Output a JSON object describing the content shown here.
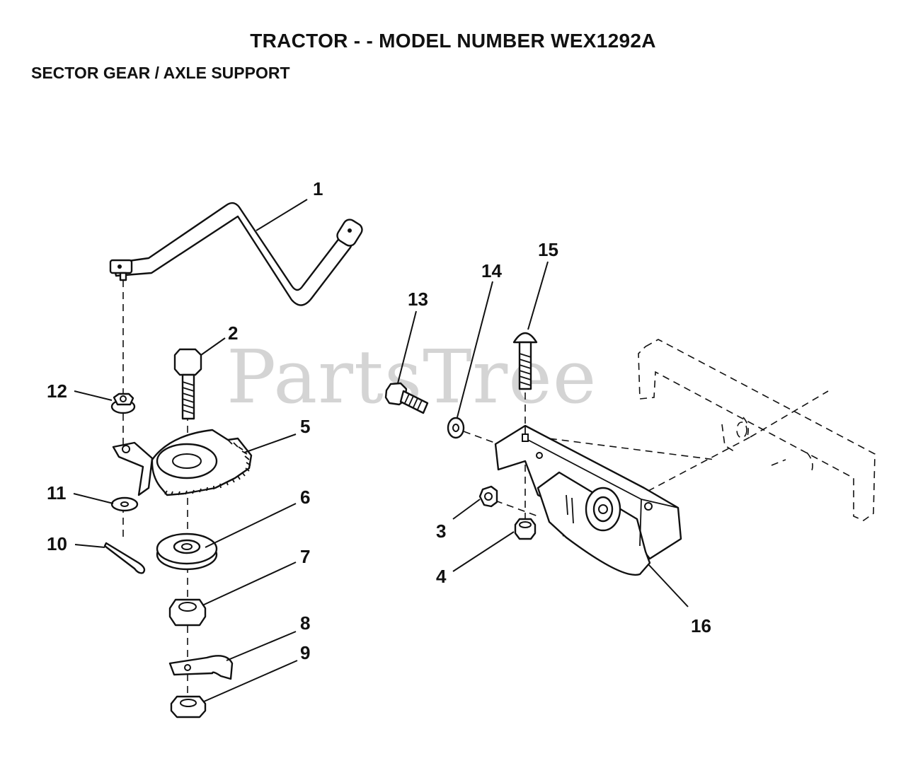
{
  "header": {
    "title": "TRACTOR - - MODEL NUMBER WEX1292A",
    "subtitle": "SECTOR GEAR / AXLE SUPPORT"
  },
  "watermark": {
    "text": "PartsTree"
  },
  "callouts": {
    "c1": "1",
    "c2": "2",
    "c3": "3",
    "c4": "4",
    "c5": "5",
    "c6": "6",
    "c7": "7",
    "c8": "8",
    "c9": "9",
    "c10": "10",
    "c11": "11",
    "c12": "12",
    "c13": "13",
    "c14": "14",
    "c15": "15",
    "c16": "16"
  }
}
